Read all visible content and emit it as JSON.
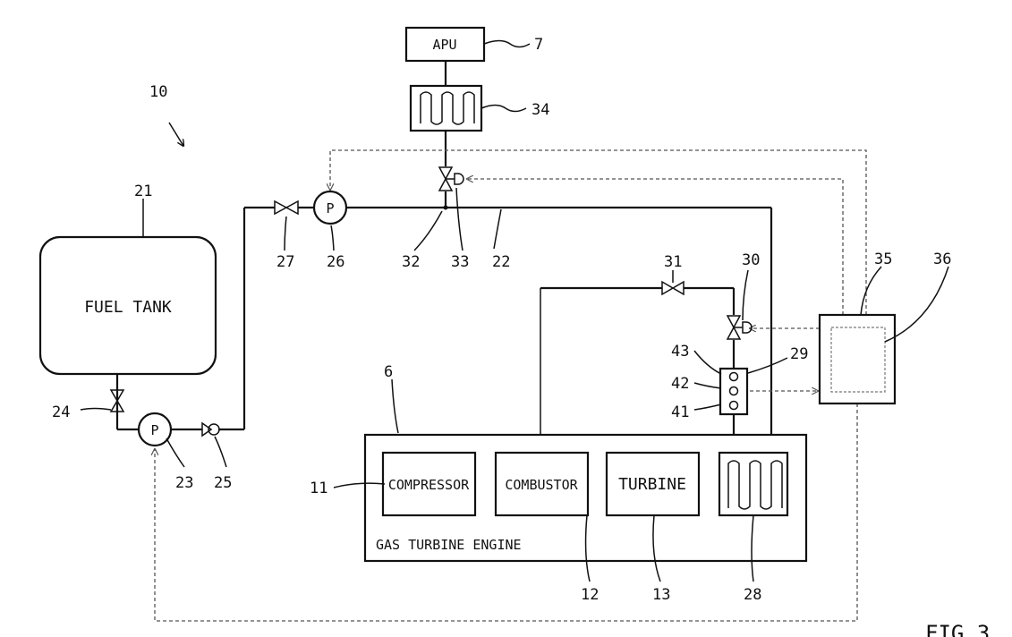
{
  "blocks": {
    "apu": "APU",
    "fuel_tank": "FUEL TANK",
    "compressor": "COMPRESSOR",
    "combustor": "COMBUSTOR",
    "turbine": "TURBINE",
    "engine": "GAS TURBINE ENGINE"
  },
  "pump_symbol": "P",
  "refs": {
    "r10": "10",
    "r7": "7",
    "r34": "34",
    "r21": "21",
    "r27": "27",
    "r26": "26",
    "r32": "32",
    "r33": "33",
    "r22": "22",
    "r31": "31",
    "r30": "30",
    "r35": "35",
    "r36": "36",
    "r29": "29",
    "r43": "43",
    "r42": "42",
    "r41": "41",
    "r6": "6",
    "r24": "24",
    "r23": "23",
    "r25": "25",
    "r11": "11",
    "r12": "12",
    "r13": "13",
    "r28": "28"
  },
  "figure_label": "FIG.3"
}
